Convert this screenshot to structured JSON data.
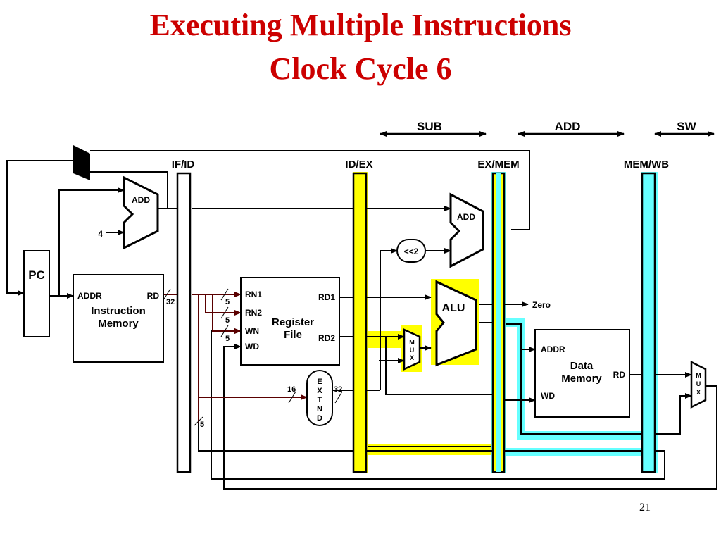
{
  "title": {
    "line1": "Executing Multiple Instructions",
    "line2": "Clock Cycle 6"
  },
  "stages": {
    "sub": "SUB",
    "add": "ADD",
    "sw": "SW"
  },
  "pipeline_registers": {
    "ifid": "IF/ID",
    "idex": "ID/EX",
    "exmem": "EX/MEM",
    "memwb": "MEM/WB"
  },
  "blocks": {
    "pc": "PC",
    "add_top": "ADD",
    "add_constant": "4",
    "add_branch": "ADD",
    "imem": {
      "addr": "ADDR",
      "rd": "RD",
      "title1": "Instruction",
      "title2": "Memory"
    },
    "regfile": {
      "rn1": "RN1",
      "rn2": "RN2",
      "wn": "WN",
      "wd": "WD",
      "rd1": "RD1",
      "rd2": "RD2",
      "title1": "Register",
      "title2": "File"
    },
    "shift": "<<2",
    "alu": "ALU",
    "zero": "Zero",
    "alu_mux": [
      "M",
      "U",
      "X"
    ],
    "extend": [
      "E",
      "X",
      "T",
      "N",
      "D"
    ],
    "dmem": {
      "addr": "ADDR",
      "wd": "WD",
      "rd": "RD",
      "title1": "Data",
      "title2": "Memory"
    },
    "wb_mux": [
      "M",
      "U",
      "X"
    ]
  },
  "bus_widths": {
    "w32a": "32",
    "w5a": "5",
    "w5b": "5",
    "w5c": "5",
    "w16": "16",
    "w32b": "32",
    "w5d": "5"
  },
  "colors": {
    "title": "#cc0000",
    "highlight_sub": "#ffff00",
    "highlight_add": "#66ffff",
    "instr_bus": "#5a0000"
  },
  "page_number": "21"
}
